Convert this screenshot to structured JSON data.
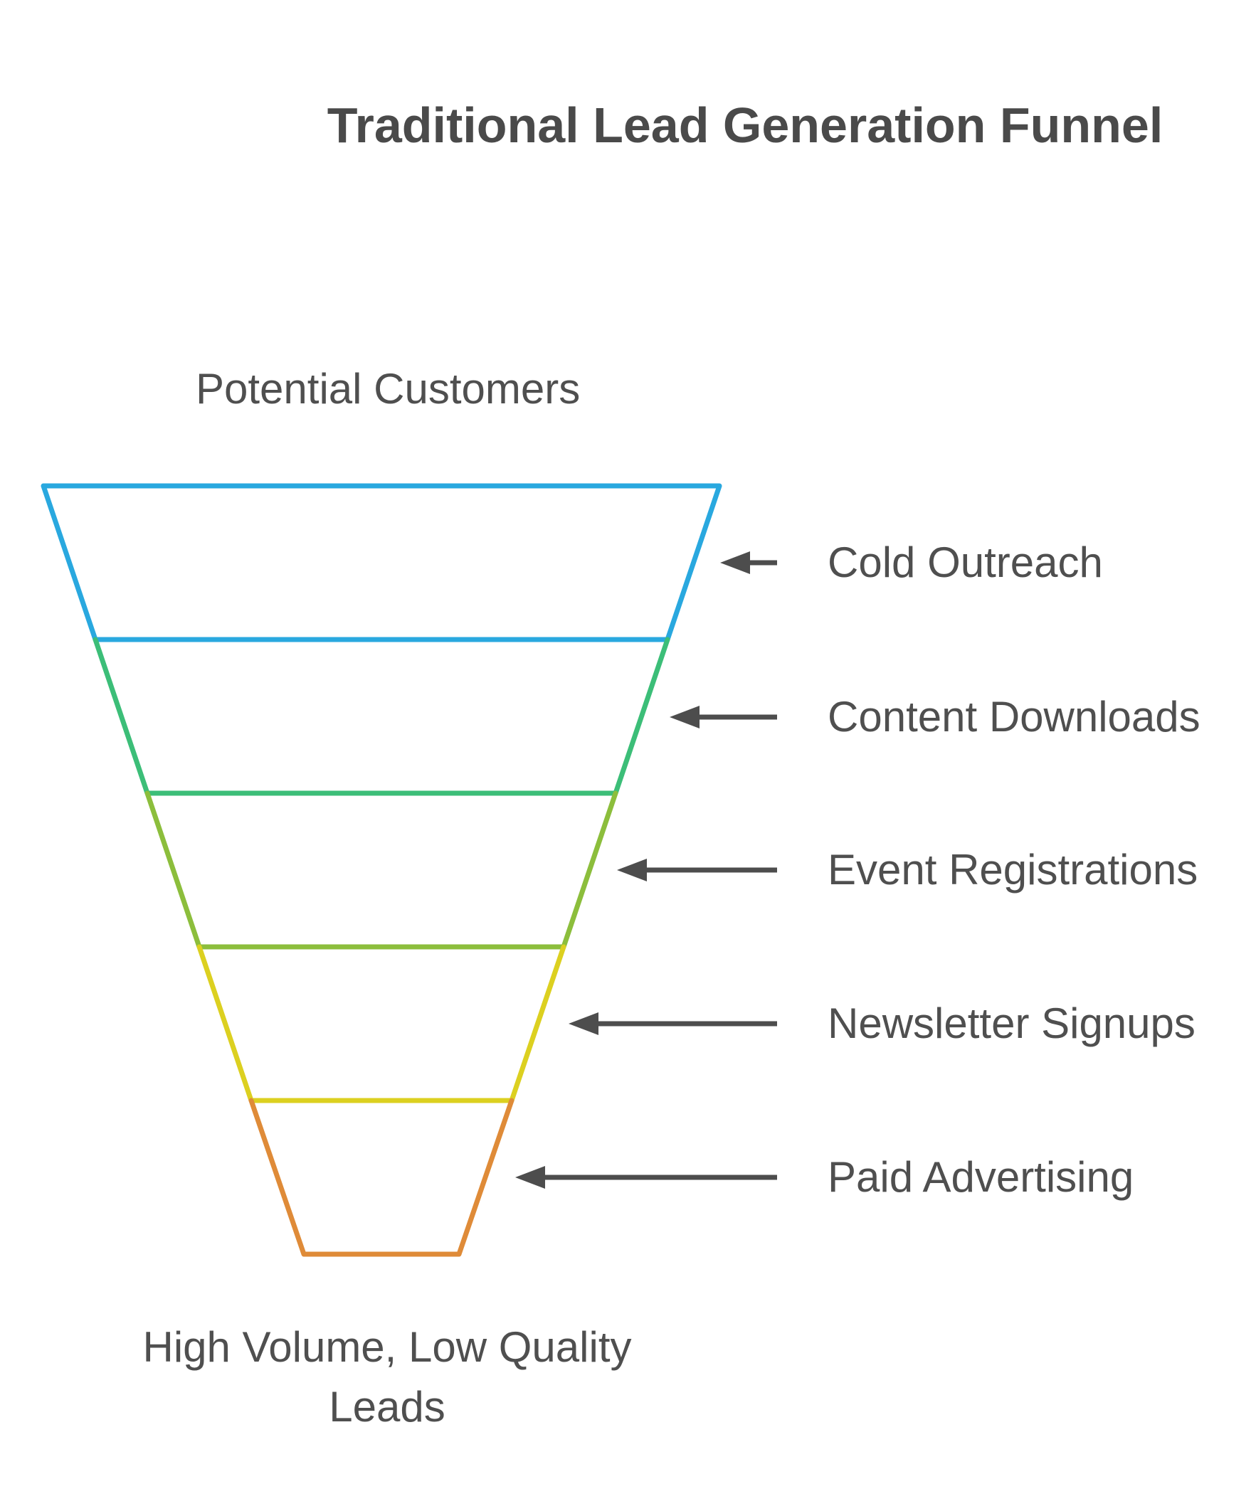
{
  "title": "Traditional Lead Generation Funnel",
  "funnel": {
    "top_label": "Potential Customers",
    "bottom_label": {
      "line1": "High Volume, Low Quality",
      "line2": "Leads"
    },
    "stages": [
      {
        "label": "Cold Outreach",
        "color": "#29A8DF"
      },
      {
        "label": "Content Downloads",
        "color": "#3CBE78"
      },
      {
        "label": "Event Registrations",
        "color": "#8CBE3C"
      },
      {
        "label": "Newsletter Signups",
        "color": "#DCD020"
      },
      {
        "label": "Paid Advertising",
        "color": "#DF8B38"
      }
    ]
  },
  "colors": {
    "title_text": "#4A4A4A",
    "label_text": "#4F4F4F",
    "arrow": "#4D4D4D",
    "background": "#FFFFFF"
  }
}
